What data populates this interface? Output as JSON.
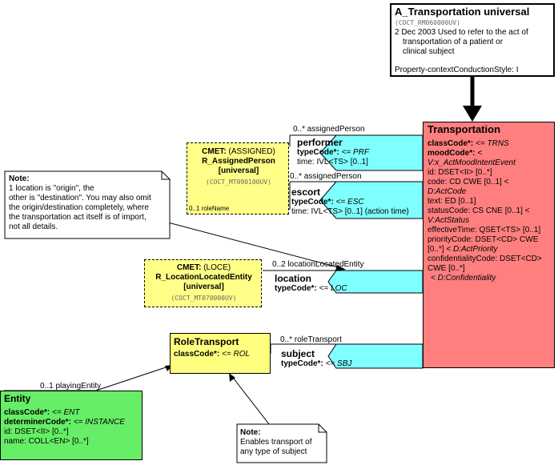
{
  "header": {
    "title": "A_Transportation universal",
    "code": "(COCT_RM060000UV)",
    "desc1": "2 Dec 2003 Used to refer to the act of",
    "desc2": "transportation of a patient or",
    "desc3": "clinical subject",
    "style": "Property-contextConductionStyle: I"
  },
  "transportation": {
    "title": "Transportation",
    "classCode_label": "classCode*:",
    "classCode_val": "<= TRNS",
    "moodCode_label": "moodCode*:",
    "moodCode_val": "<",
    "moodCode_val2": "V:x_ActMoodIntentEvent",
    "id": "id: DSET<II> [0..*]",
    "code": "code: CD CWE [0..1] <",
    "code2": "D:ActCode",
    "text": "text: ED [0..1]",
    "status": "statusCode: CS CNE [0..1] <",
    "status2": "V:ActStatus",
    "effective": "effectiveTime: QSET<TS> [0..1]",
    "priority": "priorityCode: DSET<CD> CWE",
    "priority2": "[0..*] <",
    "priority2b": "D:ActPriority",
    "conf": "confidentialityCode: DSET<CD>",
    "conf2": "CWE [0..*]",
    "conf3": "< D:Confidentiality"
  },
  "performer": {
    "card": "0..* assignedPerson",
    "title": "performer",
    "typeCode_label": "typeCode*:",
    "typeCode_val": "<= PRF",
    "time": "time: IVL<TS> [0..1]"
  },
  "escort": {
    "card": "0..* assignedPerson",
    "title": "escort",
    "typeCode_label": "typeCode*:",
    "typeCode_val": "<= ESC",
    "time": "time: IVL<TS> [0..1] (action time)"
  },
  "location": {
    "card": "0..2 locationLocatedEntity",
    "title": "location",
    "typeCode_label": "typeCode*:",
    "typeCode_val": "<= LOC"
  },
  "subject": {
    "card": "0..* roleTransport",
    "title": "subject",
    "typeCode_label": "typeCode*:",
    "typeCode_val": "<= SBJ"
  },
  "cmet_assigned": {
    "line1_b": "CMET:",
    "line1": "(ASSIGNED)",
    "line2": "R_AssignedPerson",
    "line3": "[universal]",
    "code": "(COCT_MT090100UV)",
    "role": "0..1 roleName"
  },
  "cmet_loce": {
    "line1_b": "CMET:",
    "line1": "(LOCE)",
    "line2": "R_LocationLocatedEntity",
    "line3": "[universal]",
    "code": "(COCT_MT070000UV)"
  },
  "role_transport": {
    "title": "RoleTransport",
    "classCode_label": "classCode*:",
    "classCode_val": "<= ROL"
  },
  "entity": {
    "card": "0..1 playingEntity",
    "title": "Entity",
    "classCode_label": "classCode*:",
    "classCode_val": "<= ENT",
    "determiner_label": "determinerCode*:",
    "determiner_val": "<= INSTANCE",
    "id": "id: DSET<II> [0..*]",
    "name": "name: COLL<EN> [0..*]"
  },
  "note1": {
    "title": "Note:",
    "l1": "1 location is \"origin\", the",
    "l2": "other is \"destination\". You may also omit",
    "l3": "the origin/destination completely, where",
    "l4": "the transportation act itself is of import,",
    "l5": "not all details."
  },
  "note2": {
    "title": "Note:",
    "l1": "Enables transport of",
    "l2": "any type of subject"
  },
  "colors": {
    "act": "#ff7f7f",
    "participation": "#7fffff",
    "role": "#ffff7f",
    "entity": "#66ee66",
    "cmet": "#ffff88"
  }
}
